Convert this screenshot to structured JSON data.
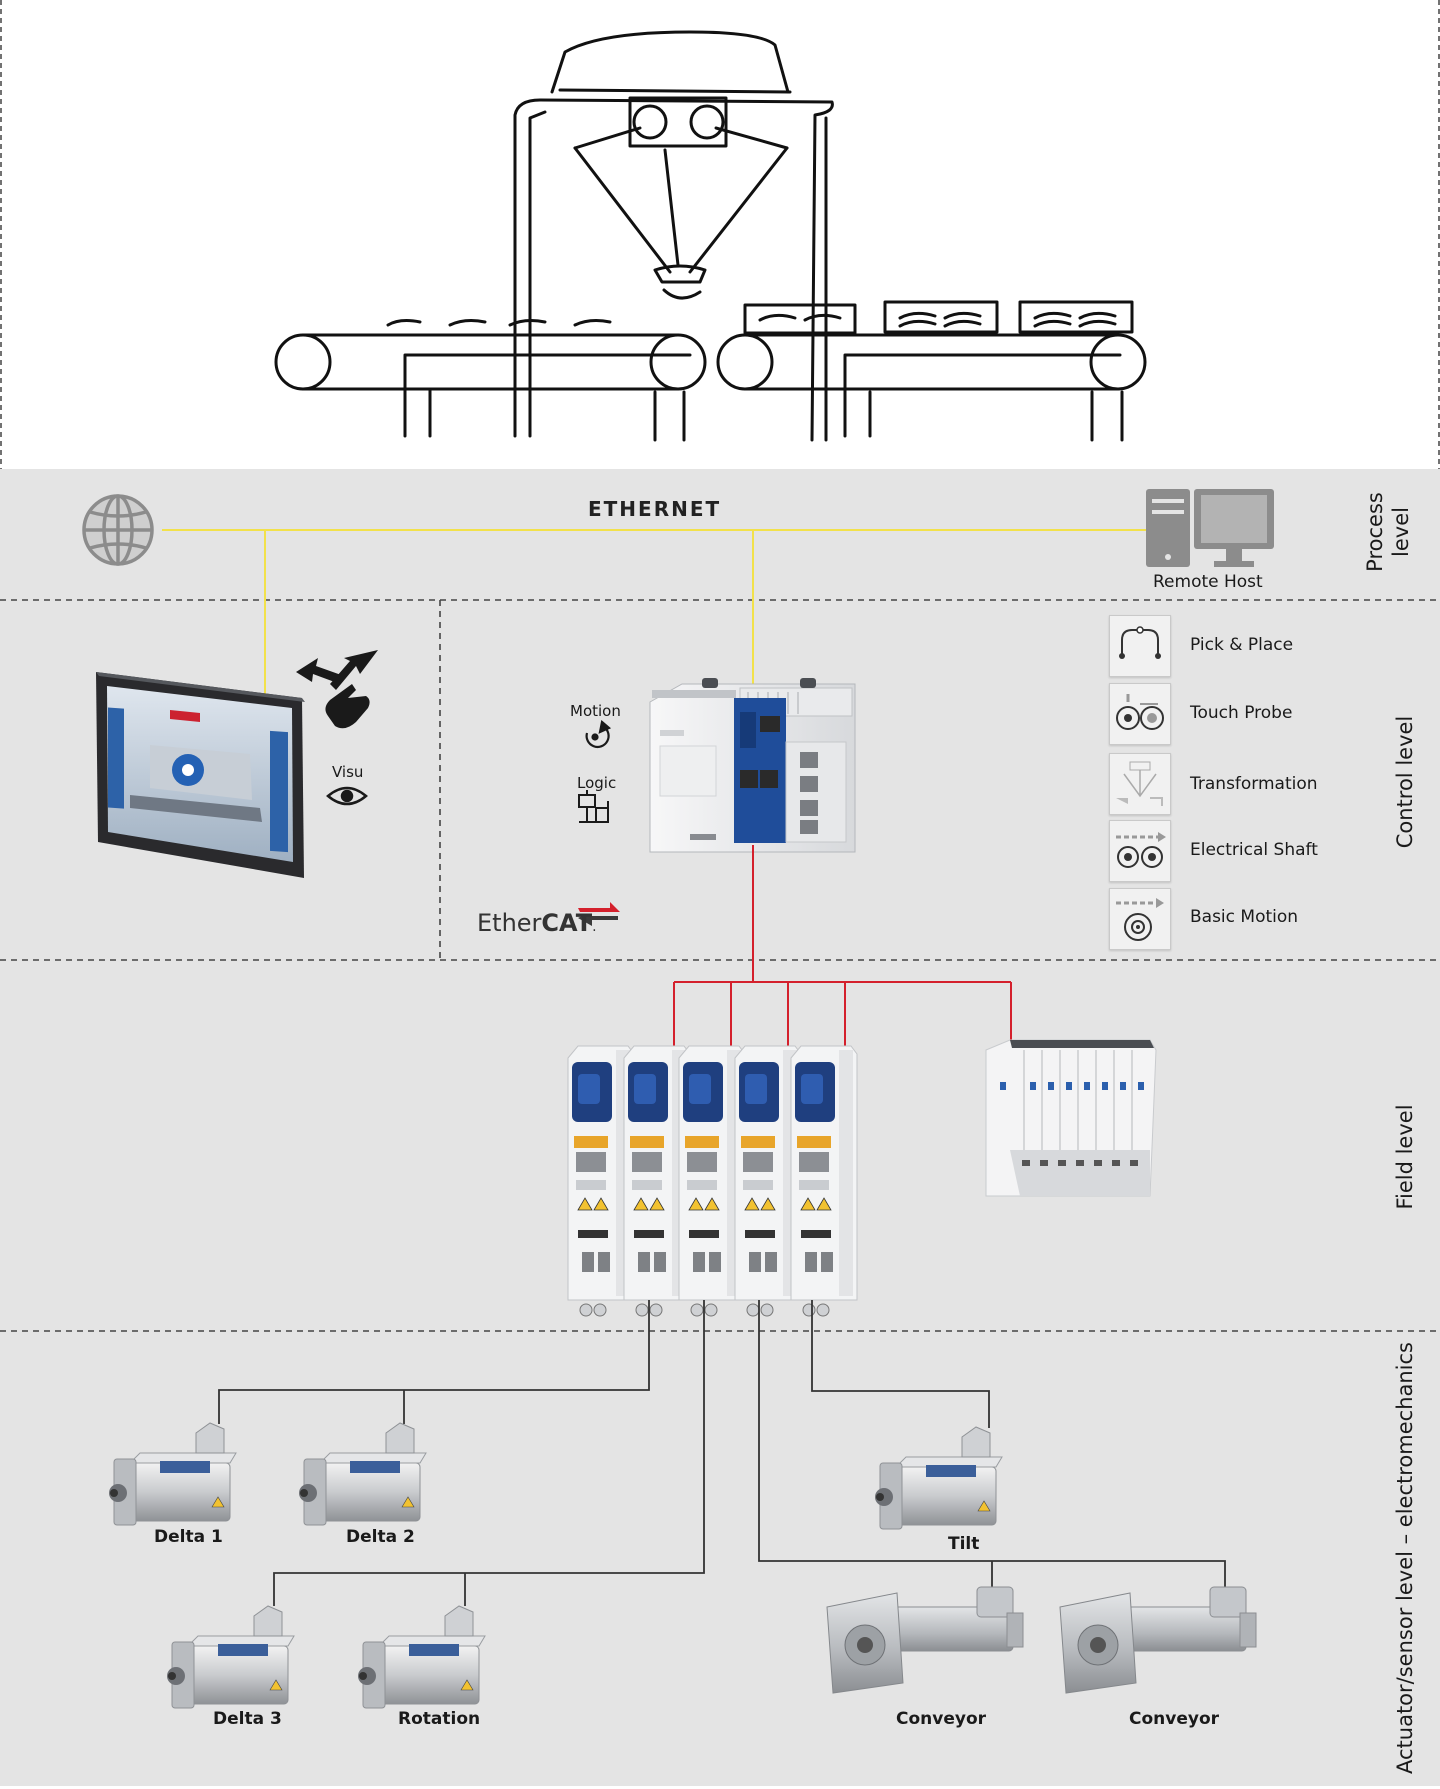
{
  "network": {
    "ethernet_label": "ETHERNET",
    "ethercat_label_pre": "Ether",
    "ethercat_label_bold": "CAT",
    "ethercat_mark": "."
  },
  "levels": {
    "process": [
      "Process",
      "level"
    ],
    "control": "Control level",
    "field": "Field level",
    "actuator": "Actuator/sensor level – electromechanics"
  },
  "process_level": {
    "remote_host": "Remote Host"
  },
  "control_level": {
    "visu": "Visu",
    "motion": "Motion",
    "logic": "Logic",
    "functions": [
      "Pick & Place",
      "Touch Probe",
      "Transformation",
      "Electrical Shaft",
      "Basic Motion"
    ]
  },
  "motors": {
    "delta1": "Delta 1",
    "delta2": "Delta 2",
    "delta3": "Delta 3",
    "rotation": "Rotation",
    "tilt": "Tilt",
    "conveyor1": "Conveyor",
    "conveyor2": "Conveyor"
  },
  "colors": {
    "ethernet": "#f2e14a",
    "ethercat": "#d4202c",
    "motor_cable": "#333333",
    "band": "#e4e4e4",
    "divider": "#555555"
  }
}
